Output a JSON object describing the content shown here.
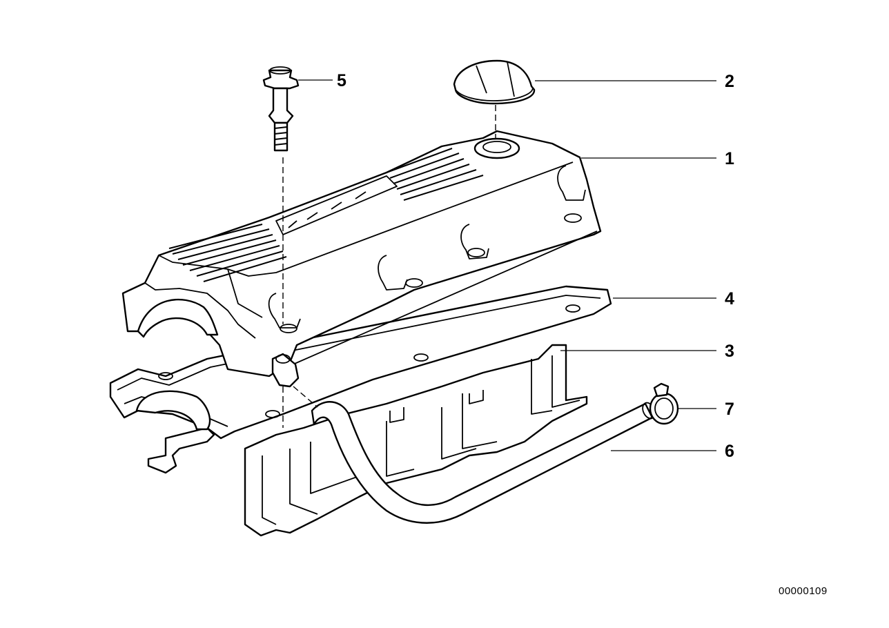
{
  "diagram": {
    "callouts": [
      {
        "id": "1",
        "label": "1"
      },
      {
        "id": "2",
        "label": "2"
      },
      {
        "id": "3",
        "label": "3"
      },
      {
        "id": "4",
        "label": "4"
      },
      {
        "id": "5",
        "label": "5"
      },
      {
        "id": "6",
        "label": "6"
      },
      {
        "id": "7",
        "label": "7"
      }
    ],
    "catalog_code": "00000109"
  }
}
